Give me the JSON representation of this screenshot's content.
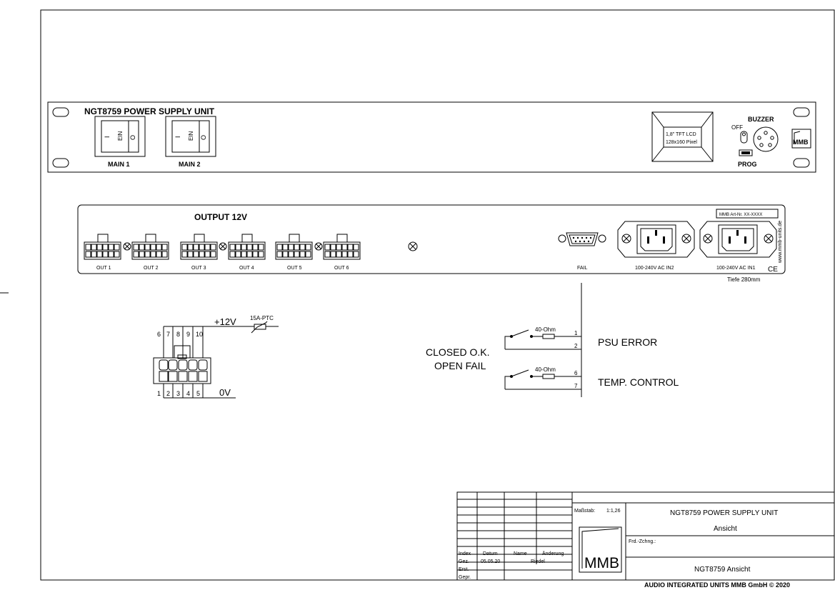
{
  "front_panel": {
    "title": "NGT8759 POWER SUPPLY UNIT",
    "switch_1_on": "EIN",
    "switch_1_i": "I",
    "switch_1_o": "O",
    "switch_1_label": "MAIN 1",
    "switch_2_on": "EIN",
    "switch_2_i": "I",
    "switch_2_o": "O",
    "switch_2_label": "MAIN 2",
    "lcd_line1": "1,8\" TFT LCD",
    "lcd_line2": "128x160 Pixel",
    "buzzer_label": "BUZZER",
    "buzzer_off": "OFF",
    "prog_label": "PROG",
    "logo": "MMB"
  },
  "rear_panel": {
    "output_title": "OUTPUT 12V",
    "outputs": [
      "OUT 1",
      "OUT 2",
      "OUT 3",
      "OUT 4",
      "OUT 5",
      "OUT 6"
    ],
    "fail_label": "FAIL",
    "ac_in2": "100-240V AC IN2",
    "ac_in1": "100-240V AC IN1",
    "serial_label": "MMB Art-Nr. XX-XXXX",
    "website": "www.mmb-units.de",
    "ce_mark": "CE",
    "depth_note": "Tiefe 280mm"
  },
  "pinout": {
    "top_pins": [
      "6",
      "7",
      "8",
      "9",
      "10"
    ],
    "bottom_pins": [
      "1",
      "2",
      "3",
      "4",
      "5"
    ],
    "plus_label": "+12V",
    "zero_label": "0V",
    "fuse_label": "15A-PTC"
  },
  "relay": {
    "closed_label": "CLOSED O.K.",
    "open_label": "OPEN FAIL",
    "resistor_1": "40-Ohm",
    "resistor_2": "40-Ohm",
    "pins_1": [
      "1",
      "2"
    ],
    "pins_2": [
      "6",
      "7"
    ],
    "label_1": "PSU ERROR",
    "label_2": "TEMP. CONTROL"
  },
  "title_block": {
    "scale_label": "Maßstab:",
    "scale_value": "1:1,26",
    "title": "NGT8759 POWER SUPPLY UNIT",
    "subtitle": "Ansicht",
    "drawing_no_label": "Frd.-Zchng.:",
    "drawing_name": "NGT8759 Ansicht",
    "logo": "MMB",
    "header_index": "Index",
    "header_date": "Datum",
    "header_name": "Name",
    "header_change": "Änderung",
    "row_gez": "Gez.",
    "gez_date": "05.05.20",
    "gez_name": "Riedel",
    "row_erst": "Erst.",
    "row_gepr": "Gepr."
  },
  "footer": "AUDIO INTEGRATED UNITS MMB GmbH © 2020"
}
